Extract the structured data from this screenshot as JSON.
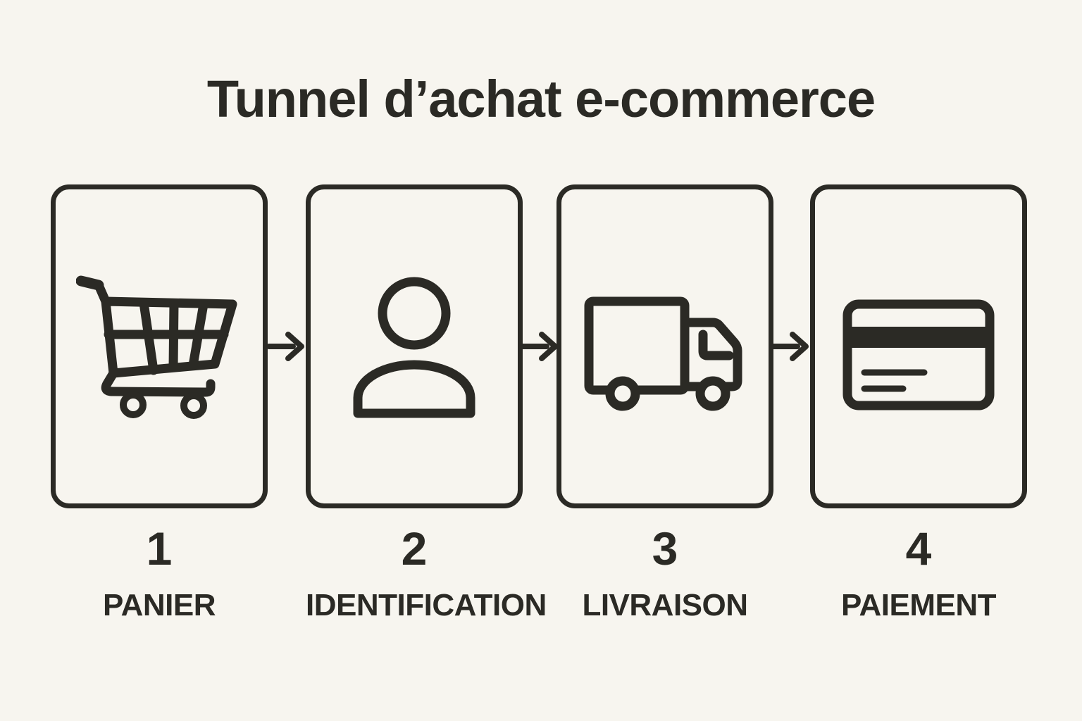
{
  "title": "Tunnel d’achat e-commerce",
  "steps": [
    {
      "number": "1",
      "label": "PANIER",
      "icon": "cart-icon"
    },
    {
      "number": "2",
      "label": "IDENTIFICATION",
      "icon": "user-icon"
    },
    {
      "number": "3",
      "label": "LIVRAISON",
      "icon": "truck-icon"
    },
    {
      "number": "4",
      "label": "PAIEMENT",
      "icon": "credit-card-icon"
    }
  ],
  "arrows": [
    {
      "icon": "arrow-right-icon"
    },
    {
      "icon": "arrow-right-icon"
    },
    {
      "icon": "arrow-right-icon"
    }
  ],
  "colors": {
    "background": "#f7f5ef",
    "ink": "#2b2a25"
  }
}
